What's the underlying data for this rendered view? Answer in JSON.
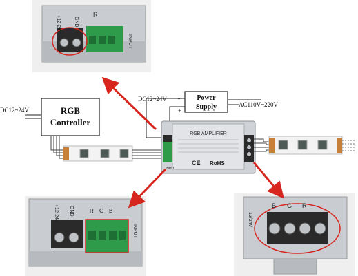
{
  "diagram": {
    "controller": {
      "line1": "RGB",
      "line2": "Controller"
    },
    "power_supply": {
      "line1": "Power",
      "line2": "Supply"
    },
    "amplifier": {
      "title": "RGB AMPLIFIER",
      "ce": "CE",
      "rohs": "RoHS",
      "input": "INPUT"
    },
    "labels": {
      "dc_input_left": "DC12~24V",
      "dc_to_amp": "DC12~24V",
      "ac_input": "AC110V~220V",
      "minus": "-",
      "plus": "+"
    },
    "closeups": {
      "top_left": {
        "v": "+12-24V",
        "gnd": "GND",
        "r": "R",
        "in": "INPUT"
      },
      "bottom_left": {
        "v": "+12-24V",
        "gnd": "GND",
        "r": "R",
        "g": "G",
        "b": "B",
        "in": "INPUT"
      },
      "bottom_right": {
        "b": "B",
        "g": "G",
        "r": "R",
        "v": "12/24V"
      }
    },
    "colors": {
      "arrow": "#d7261e",
      "highlight": "#d7261e",
      "terminal_green": "#2e9b4b",
      "terminal_black": "#222222"
    }
  }
}
